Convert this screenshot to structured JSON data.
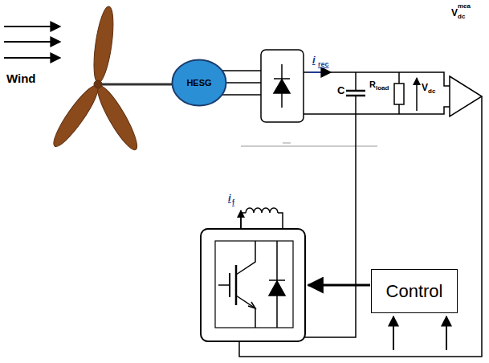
{
  "diagram": {
    "nodes": [
      {
        "text": [
          "HESG"
        ]
      },
      {
        "text": [
          "Control"
        ]
      }
    ],
    "labels": [
      "Wind",
      "i",
      "rec",
      "C",
      "R",
      "load",
      "V",
      "dc",
      "V",
      "dc",
      "mea",
      "i",
      "f"
    ]
  }
}
